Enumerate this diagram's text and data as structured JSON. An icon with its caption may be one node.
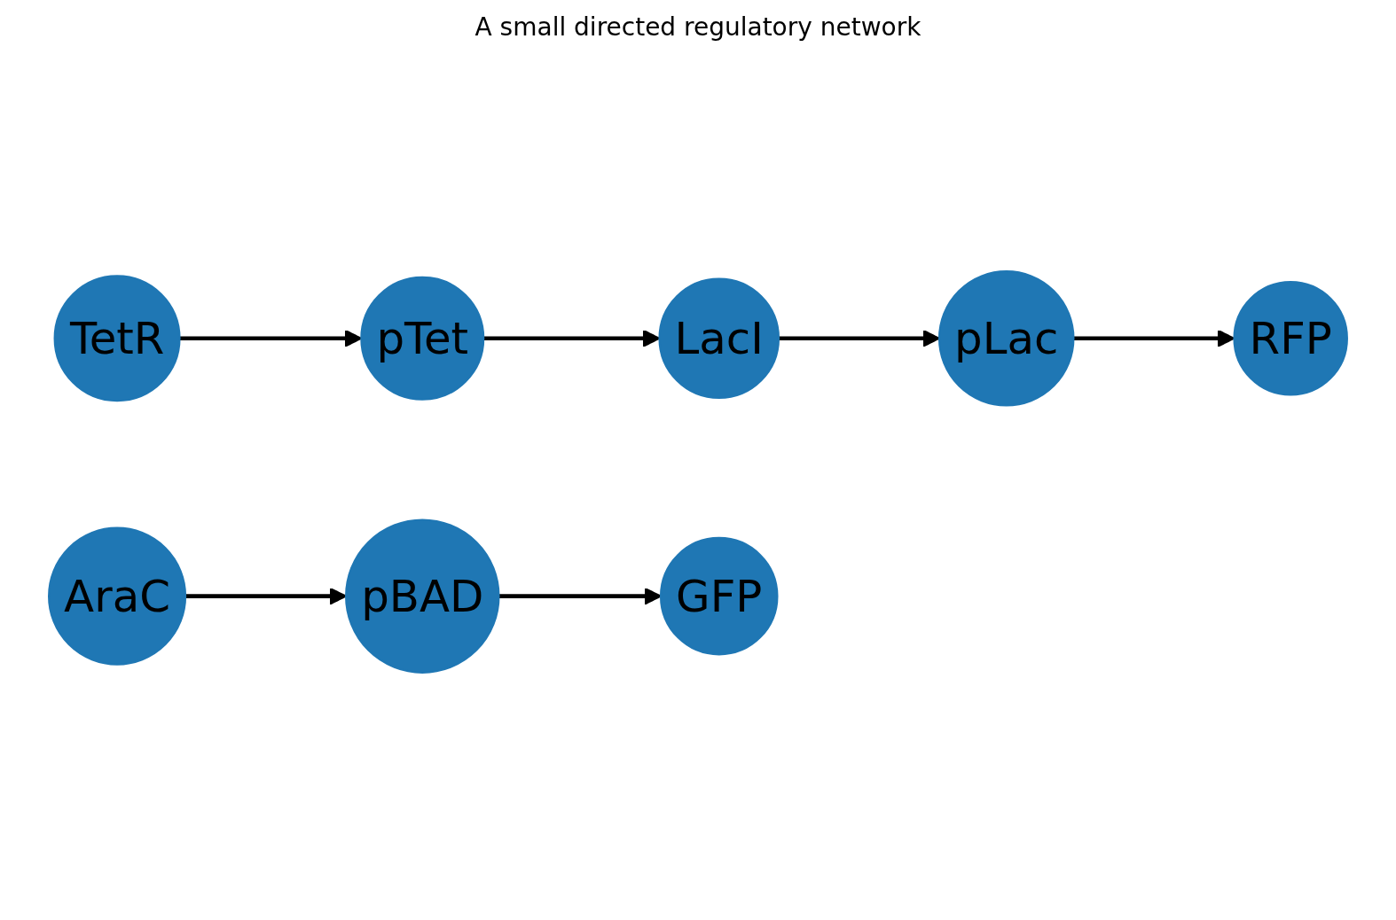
{
  "diagram": {
    "title": "A small directed regulatory network",
    "nodes": [
      {
        "text": [
          "TetR"
        ]
      },
      {
        "text": [
          "pTet"
        ]
      },
      {
        "text": [
          "LacI"
        ]
      },
      {
        "text": [
          "pLac"
        ]
      },
      {
        "text": [
          "RFP"
        ]
      },
      {
        "text": [
          "AraC"
        ]
      },
      {
        "text": [
          "pBAD"
        ]
      },
      {
        "text": [
          "GFP"
        ]
      }
    ],
    "edges": [
      {
        "from": 0,
        "to": 1,
        "arrow": "to"
      },
      {
        "from": 1,
        "to": 2,
        "arrow": "to"
      },
      {
        "from": 2,
        "to": 3,
        "arrow": "to"
      },
      {
        "from": 3,
        "to": 4,
        "arrow": "to"
      },
      {
        "from": 5,
        "to": 6,
        "arrow": "to"
      },
      {
        "from": 6,
        "to": 7,
        "arrow": "to"
      }
    ]
  }
}
